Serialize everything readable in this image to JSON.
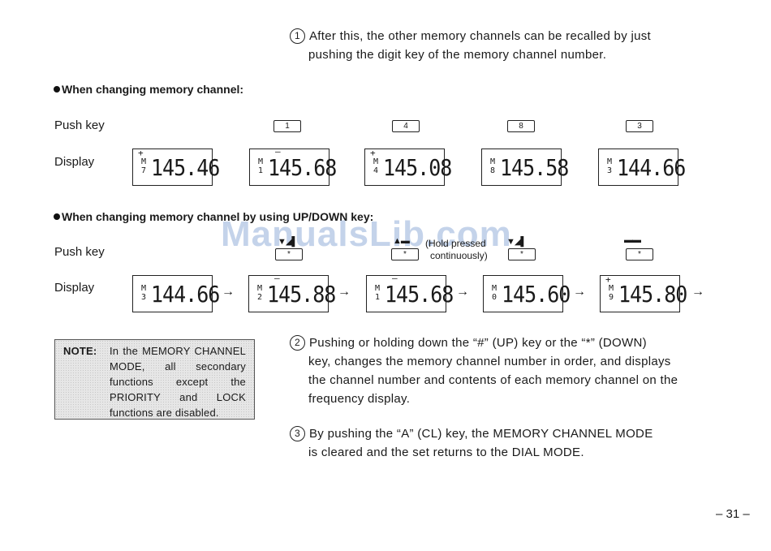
{
  "steps": {
    "step1": {
      "num": "1",
      "line1": "After this, the other memory channels can be recalled by just",
      "line2": "pushing the digit key of the memory channel number."
    },
    "step2": {
      "num": "2",
      "lines": [
        "Pushing or holding down the “#” (UP) key or the “*” (DOWN)",
        "key, changes the memory channel number in order, and displays",
        "the channel number and contents of each memory channel on the",
        "frequency display."
      ]
    },
    "step3": {
      "num": "3",
      "lines": [
        "By pushing the “A” (CL) key, the MEMORY CHANNEL MODE",
        "is cleared and the set returns to the DIAL MODE."
      ]
    }
  },
  "section1": {
    "heading": "When changing memory channel:",
    "push_label": "Push key",
    "display_label": "Display",
    "keys": [
      "1",
      "4",
      "8",
      "3"
    ],
    "displays": [
      {
        "mch": "M\n7",
        "freq": "145.46",
        "sign": "+",
        "dash": ""
      },
      {
        "mch": "M\n1",
        "freq": "145.68",
        "sign": "",
        "dash": "–"
      },
      {
        "mch": "M\n4",
        "freq": "145.08",
        "sign": "+",
        "dash": ""
      },
      {
        "mch": "M\n8",
        "freq": "145.58",
        "sign": "",
        "dash": ""
      },
      {
        "mch": "M\n3",
        "freq": "144.66",
        "sign": "",
        "dash": ""
      }
    ]
  },
  "section2": {
    "heading": "When changing memory channel by using UP/DOWN key:",
    "push_label": "Push key",
    "display_label": "Display",
    "keys": [
      "*",
      "*",
      "*",
      "*"
    ],
    "note_text_a": "(Hold pressed",
    "note_text_b": "continuously)",
    "arrow": "→",
    "displays": [
      {
        "mch": "M\n3",
        "freq": "144.66",
        "sign": "",
        "dash": ""
      },
      {
        "mch": "M\n2",
        "freq": "145.88",
        "sign": "",
        "dash": "–"
      },
      {
        "mch": "M\n1",
        "freq": "145.68",
        "sign": "",
        "dash": "–"
      },
      {
        "mch": "M\n0",
        "freq": "145.60",
        "sign": "",
        "dash": ""
      },
      {
        "mch": "M\n9",
        "freq": "145.80",
        "sign": "+",
        "dash": ""
      }
    ]
  },
  "note": {
    "label": "NOTE:",
    "text": "In the MEMORY CHANNEL MODE, all secondary functions except the PRIORITY and LOCK functions are disabled."
  },
  "watermark": "ManualsLib.com",
  "page_number": "– 31 –"
}
